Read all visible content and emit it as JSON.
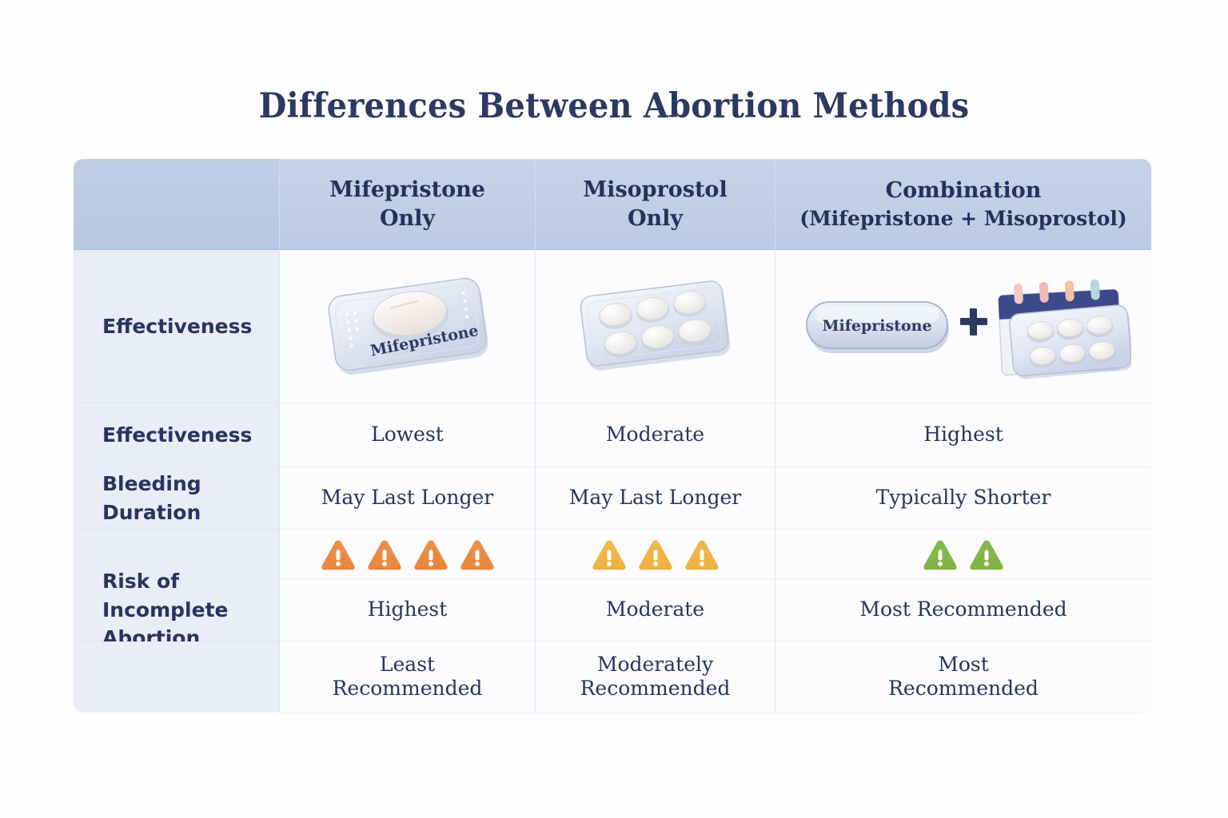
{
  "title": "Differences Between Abortion Methods",
  "table": {
    "header": {
      "corner": "",
      "columns": [
        {
          "main": "Mifepristone",
          "sub": "Only"
        },
        {
          "main": "Misoprostol",
          "sub": "Only"
        },
        {
          "main": "Combination",
          "sub": "(Mifepristone + Misoprostol)"
        }
      ]
    },
    "row_labels": [
      "Effectiveness",
      "Effectiveness",
      "Bleeding\nDuration",
      "Risk of\nIncomplete\nAbortion"
    ],
    "rows": [
      {
        "label": "Effectiveness",
        "type": "image",
        "cells": [
          {
            "art": "blister-single-pill",
            "caption": "Mifepristone"
          },
          {
            "art": "blister-six-pills",
            "caption": ""
          },
          {
            "art": "combination-pill-plus-calendar",
            "caption": "Mifepristone",
            "operator": "+"
          }
        ]
      },
      {
        "label": "Effectiveness",
        "type": "text",
        "cells": [
          "Lowest",
          "Moderate",
          "Highest"
        ]
      },
      {
        "label": "Bleeding Duration",
        "type": "text",
        "cells": [
          "May Last Longer",
          "May Last Longer",
          "Typically Shorter"
        ]
      },
      {
        "label": "",
        "type": "icons",
        "cells": [
          {
            "icon": "warning-triangle-icon",
            "count": 4,
            "color": "#e9863c"
          },
          {
            "icon": "warning-triangle-icon",
            "count": 3,
            "color": "#eeb240"
          },
          {
            "icon": "warning-triangle-icon",
            "count": 2,
            "color": "#7fb342"
          }
        ]
      },
      {
        "label": "Risk of Incomplete Abortion",
        "type": "text",
        "cells": [
          "Highest",
          "Moderate",
          "Most Recommended"
        ]
      },
      {
        "label": "",
        "type": "text",
        "cells": [
          "Least\nRecommended",
          "Moderately\nRecommended",
          "Most\nRecommended"
        ]
      }
    ]
  },
  "colors": {
    "title": "#2b3a62",
    "header_fill": "#c2d0e6",
    "label_fill": "#e9edf7",
    "cell_fill": "#fcfcfe",
    "text": "#27355e",
    "warning_high": "#e9863c",
    "warning_medium": "#eeb240",
    "warning_low": "#7fb342",
    "page_bg": "#fdfdfe"
  }
}
